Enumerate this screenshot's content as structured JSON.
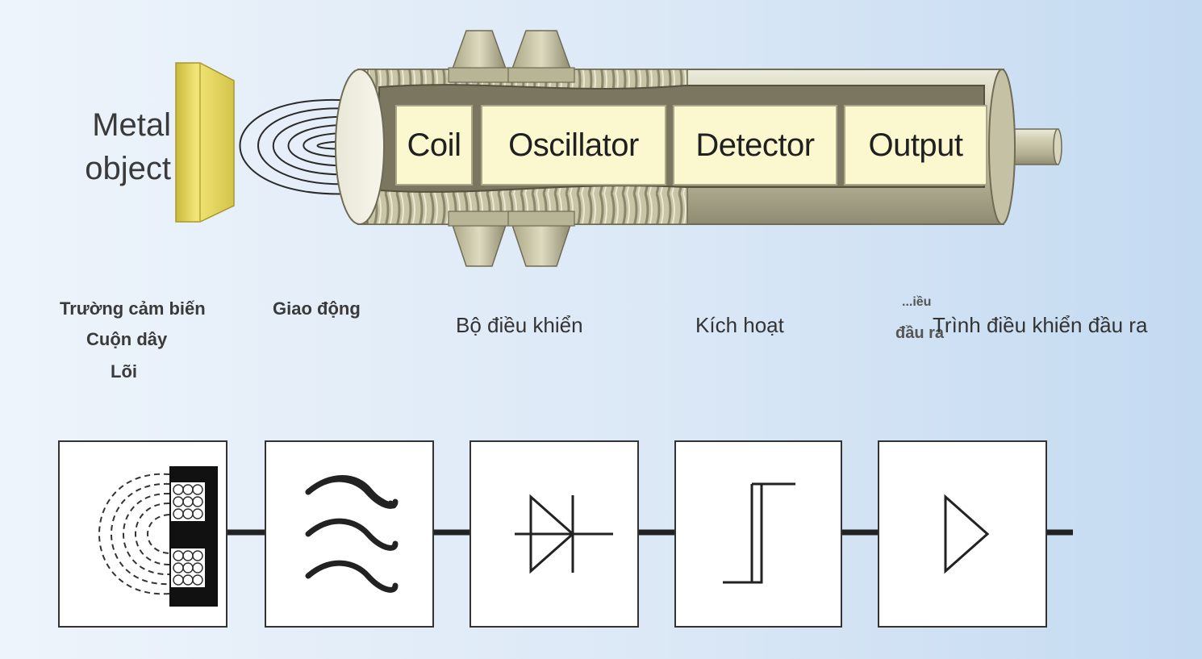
{
  "top_diagram": {
    "metal_object_label_line1": "Metal",
    "metal_object_label_line2": "object",
    "modules": [
      "Coil",
      "Oscillator",
      "Detector",
      "Output"
    ]
  },
  "vietnamese_labels": {
    "sensing_field": "Trường cảm biến",
    "coil": "Cuộn dây",
    "core": "Lõi",
    "oscillation": "Giao động",
    "controller": "Bộ điều khiển",
    "trigger": "Kích hoạt",
    "output_driver_faded_line1": "...iều",
    "output_driver_faded_line2": "đầu ra",
    "output_driver": "Trình điều khiển đầu ra"
  },
  "block_diagram": {
    "blocks": [
      "coil-symbol",
      "oscillator-symbol",
      "diode-symbol",
      "schmitt-trigger-symbol",
      "amplifier-symbol"
    ]
  },
  "colors": {
    "metal_object": "#e6d84c",
    "housing": "#c9c6a6",
    "thread": "#a09c80",
    "module_fill": "#fbf7cf",
    "line": "#222222"
  }
}
